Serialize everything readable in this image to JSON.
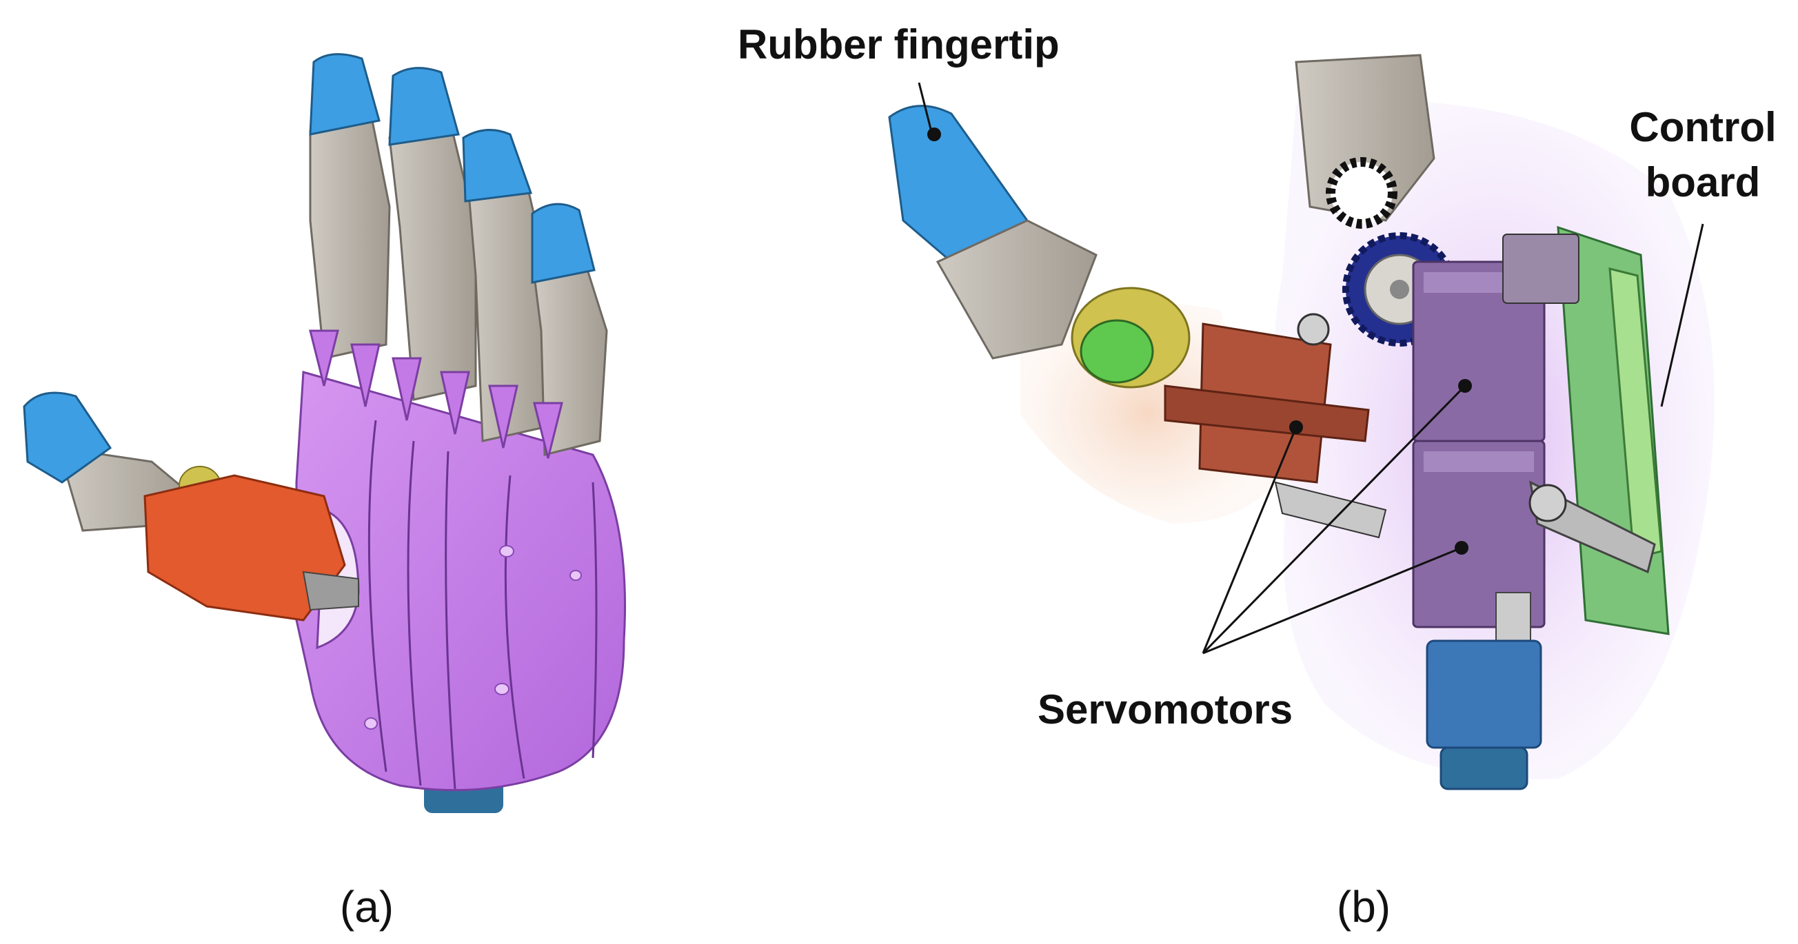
{
  "figure": {
    "panels": [
      {
        "id": "a",
        "label": "(a)"
      },
      {
        "id": "b",
        "label": "(b)"
      }
    ],
    "callouts": {
      "fingertip": "Rubber fingertip",
      "control_line1": "Control",
      "control_line2": "board",
      "servos": "Servomotors"
    },
    "colors": {
      "palm": "#c77ae6",
      "finger": "#b8b2a8",
      "fingertip": "#3e9ee0",
      "thumb_base": "#e25a2d",
      "servo_red": "#b1533a",
      "servo_purple": "#8a6aa5",
      "board_green": "#7cc47a",
      "gear_blue": "#24308f",
      "wrist_blue": "#3c78b8",
      "glow_purple": "#e7cff7",
      "glow_orange": "#f8ddc9",
      "yellow": "#cfc24f"
    }
  }
}
